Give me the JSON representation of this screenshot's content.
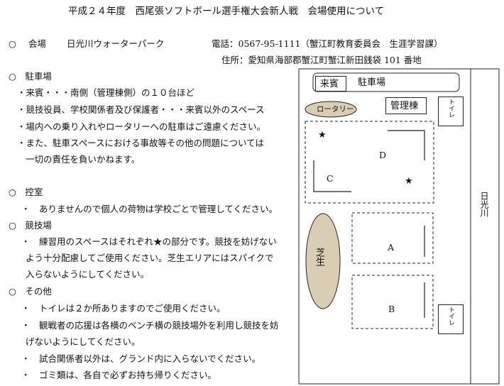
{
  "title": "平成２４年度　西尾張ソフトボール選手権大会新人戦　会場使用について",
  "venue": {
    "bullet": "○",
    "label": "会場",
    "name": "日光川ウォーターパーク",
    "phone": "電話：0567-95-1111（蟹江町教育委員会　生涯学習課）",
    "address": "住所：愛知県海部郡蟹江町蟹江新田銭袋 101 番地"
  },
  "parking": {
    "heading": "○　駐車場",
    "lines": [
      "・来賓・・・南側（管理棟側）の１０台ほど",
      "・競技役員、学校関係者及び保護者・・・来賓以外のスペース",
      "・場内への乗り入れやロータリーへの駐車はご遠慮ください。",
      "・また、駐車スペースにおける事故等その他の問題については",
      "一切の責任を負いかねます。"
    ]
  },
  "waiting_room": {
    "heading": "○　控室",
    "lines": [
      "・　ありませんので個人の荷物は学校ごとで管理してください。"
    ]
  },
  "practice": {
    "heading": "○　競技場",
    "lines": [
      "・　練習用のスペースはそれぞれ★の部分です。競技を妨げない",
      "よう十分配慮してご使用ください。芝生エリアにはスパイクで",
      "入らないようにしてください。"
    ]
  },
  "other": {
    "heading": "○　その他",
    "lines": [
      "・　トイレは２か所ありますのでご使用ください。",
      "・　観戦者の応援は各横のベンチ横の競技場外を利用し競技を妨",
      "げないようにしてください。",
      "・　試合関係者以外は、グランド内に入らないでください。",
      "・　ゴミ類は、各自で必ずお持ち帰りください。"
    ]
  },
  "map": {
    "guest": "来賓",
    "parking": "駐車場",
    "rotary": "ロータリー",
    "admin": "管理棟",
    "toilet_top": "トイレ",
    "toilet_bottom": "トイレ",
    "river": "日光川",
    "lawn": "芝生",
    "field_a": "A",
    "field_b": "B",
    "field_c": "C",
    "field_d": "D",
    "star": "★"
  }
}
